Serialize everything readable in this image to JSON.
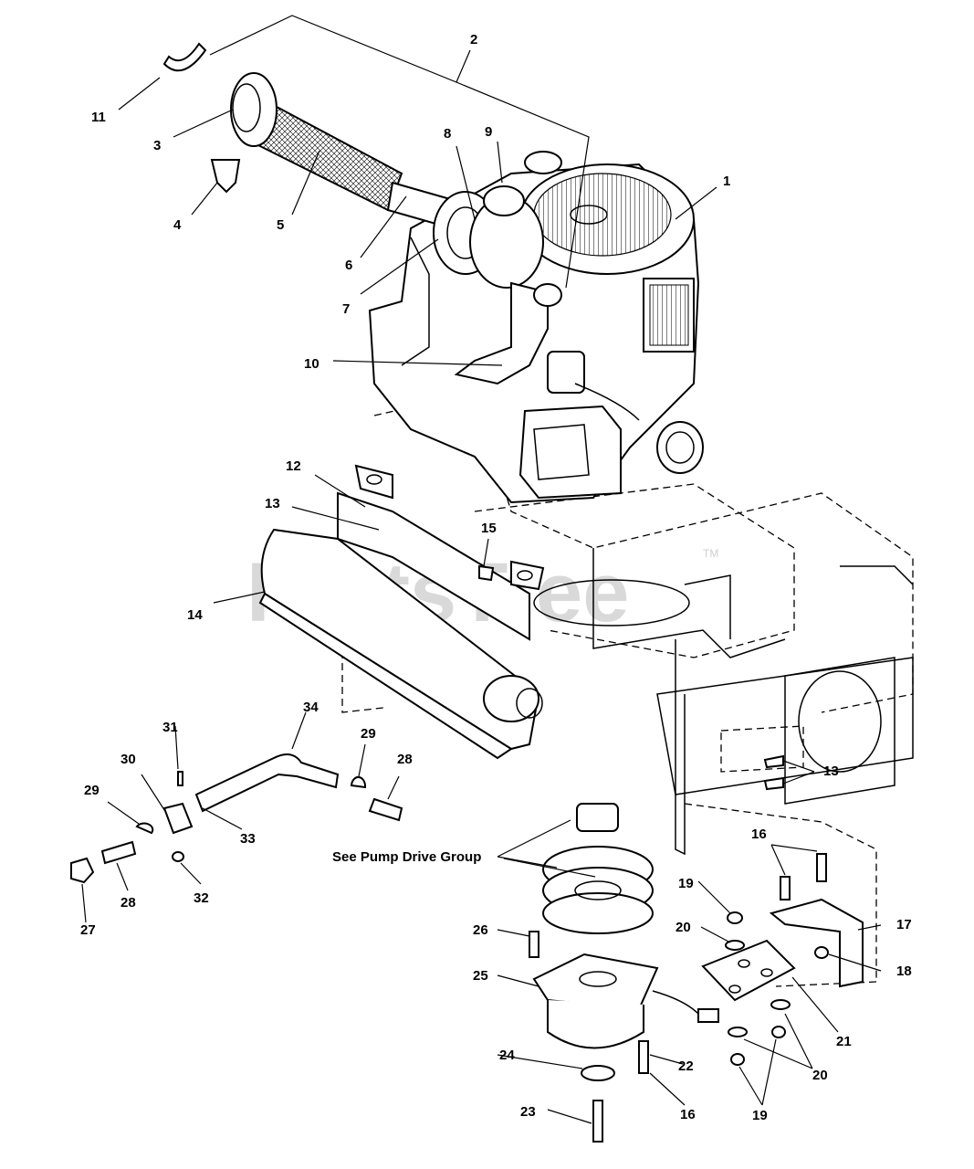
{
  "watermark": {
    "text": "PartsTree",
    "trademark": "TM"
  },
  "note": {
    "text": "See Pump Drive Group"
  },
  "callouts": [
    "1",
    "2",
    "3",
    "4",
    "5",
    "6",
    "7",
    "8",
    "9",
    "10",
    "11",
    "12",
    "13",
    "13",
    "14",
    "15",
    "16",
    "16",
    "17",
    "18",
    "19",
    "19",
    "20",
    "20",
    "21",
    "22",
    "23",
    "24",
    "25",
    "26",
    "27",
    "28",
    "28",
    "29",
    "29",
    "30",
    "31",
    "32",
    "33",
    "34"
  ]
}
